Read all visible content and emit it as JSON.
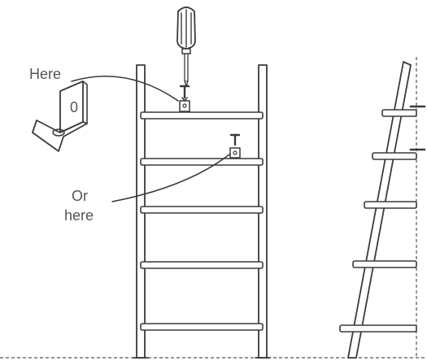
{
  "labels": {
    "here": "Here",
    "or_line1": "Or",
    "or_line2": "here",
    "bracket_digit": "0"
  },
  "colors": {
    "ink": "#3a3a3a",
    "label_text": "#555555",
    "background": "#ffffff"
  },
  "icons": {
    "screwdriver": "screwdriver-icon",
    "screw": "screw-icon",
    "bracket": "l-bracket-icon"
  }
}
